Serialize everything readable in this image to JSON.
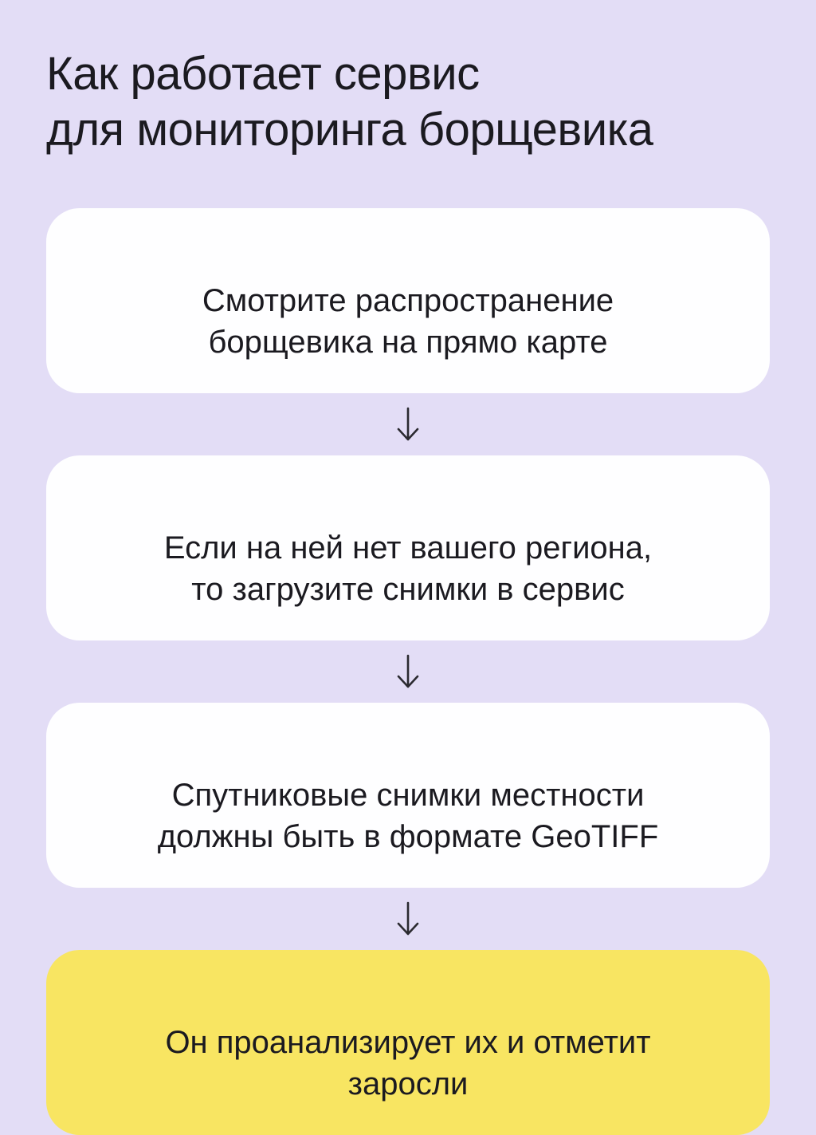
{
  "title": "Как работает сервис\nдля мониторинга борщевика",
  "steps": [
    {
      "text": "Смотрите распространение\nборщевика на прямо карте",
      "highlight": false
    },
    {
      "text": "Если на ней нет вашего региона,\nто загрузите снимки в сервис",
      "highlight": false
    },
    {
      "text": "Спутниковые снимки местности\nдолжны быть в формате GeoTIFF",
      "highlight": false
    },
    {
      "text": "Он проанализирует их и отметит\nзаросли",
      "highlight": true
    }
  ],
  "icons": {
    "between_steps": "down-arrow"
  },
  "colors": {
    "background": "#e3ddf6",
    "card": "#fefeff",
    "highlight_card": "#f8e562",
    "text": "#1b1a20",
    "arrow": "#2b2a30"
  }
}
